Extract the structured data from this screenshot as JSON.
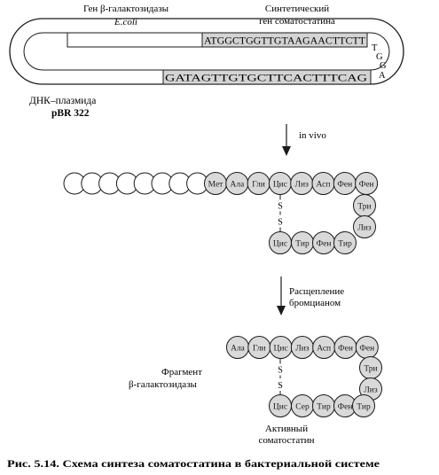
{
  "labels": {
    "gene_beta_gal_line1": "Ген β-галактозидазы",
    "gene_beta_gal_line2": "E.coli",
    "synthetic_gene_line1": "Синтетический",
    "synthetic_gene_line2": "ген соматостатина",
    "seq_top": "ATGGCTGGTTGTAAGAACTTCTT",
    "seq_bottom": "GATAGTTGTGCTTCACTTTCAG",
    "seq_turn": [
      "T",
      "G",
      "G",
      "A"
    ],
    "plasmid_line1": "ДНК–плазмида",
    "plasmid_line2": "pBR 322",
    "in_vivo": "in vivo",
    "cleavage_line1": "Расщепление",
    "cleavage_line2": "бромцианом",
    "fragment_line1": "Фрагмент",
    "fragment_line2": "β-галактозидазы",
    "active_line1": "Активный",
    "active_line2": "соматостатин",
    "ss_letter": "S",
    "caption": "Рис. 5.14. Схема синтеза соматостатина в бактериальной системе"
  },
  "peptide1": {
    "empty_beads": 8,
    "top": [
      "Мет",
      "Ала",
      "Гли",
      "Цис",
      "Лиз",
      "Асп",
      "Фен",
      "Фен"
    ],
    "right": [
      "Три",
      "Лиз"
    ],
    "bottom": [
      "Цис",
      "Тир",
      "Фен",
      "Тир"
    ]
  },
  "peptide2": {
    "top": [
      "Ала",
      "Гли",
      "Цис",
      "Лиз",
      "Асп",
      "Фен",
      "Фен"
    ],
    "right": [
      "Три",
      "Лиз"
    ],
    "bottom": [
      "Цис",
      "Сер",
      "Тир",
      "Фен",
      "Тир"
    ]
  },
  "colors": {
    "ink": "#1a1a1a",
    "bead_fill": "#d9d9d9",
    "paper": "#ffffff"
  }
}
